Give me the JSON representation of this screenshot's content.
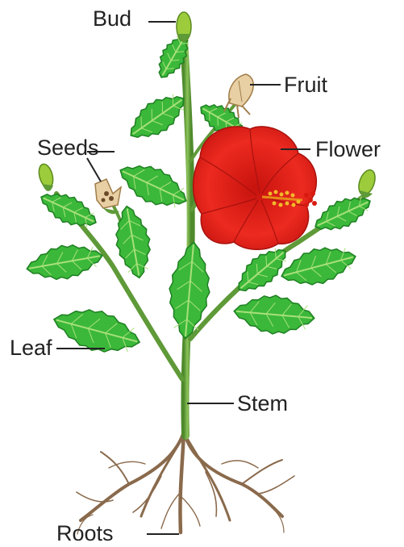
{
  "labels": {
    "bud": "Bud",
    "fruit": "Fruit",
    "seeds": "Seeds",
    "flower": "Flower",
    "leaf": "Leaf",
    "stem": "Stem",
    "roots": "Roots"
  },
  "colors": {
    "leaf": "#3bb83a",
    "leaf_dark": "#1f7f22",
    "vein": "#a8e07a",
    "stem": "#5f9a38",
    "flower": "#e0231c",
    "flower_dark": "#a8120e",
    "stamen": "#f2b92a",
    "root": "#8a6a4c",
    "bud": "#9ccc3b",
    "fruit": "#e8cfa4",
    "leader": "#222222"
  }
}
